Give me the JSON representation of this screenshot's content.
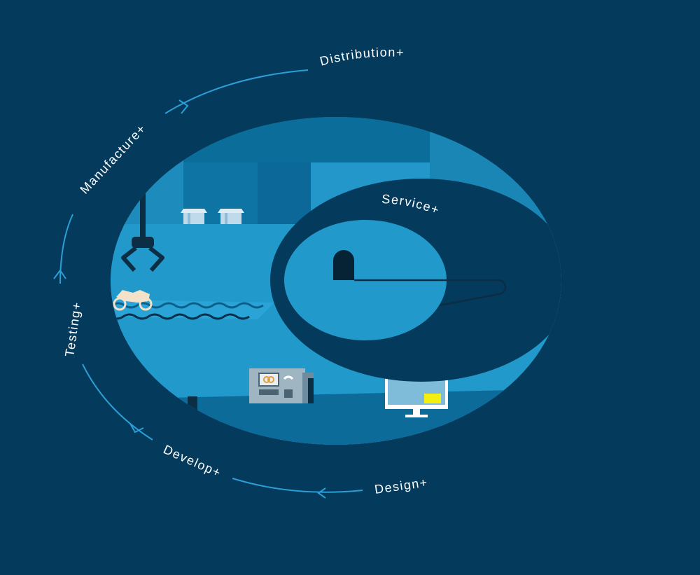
{
  "cycle": {
    "stages": [
      {
        "id": "distribution",
        "label": "Distribution+"
      },
      {
        "id": "manufacture",
        "label": "Manufacture+"
      },
      {
        "id": "testing",
        "label": "Testing+"
      },
      {
        "id": "develop",
        "label": "Develop+"
      },
      {
        "id": "design",
        "label": "Design+"
      },
      {
        "id": "service",
        "label": "Service+"
      }
    ]
  },
  "colors": {
    "background": "#043a5c",
    "accent_line": "#2b9fd6",
    "ellipse_light": "#1f8fc0",
    "ring_dark": "#043a5c",
    "screen_highlight": "#f5ef11"
  }
}
